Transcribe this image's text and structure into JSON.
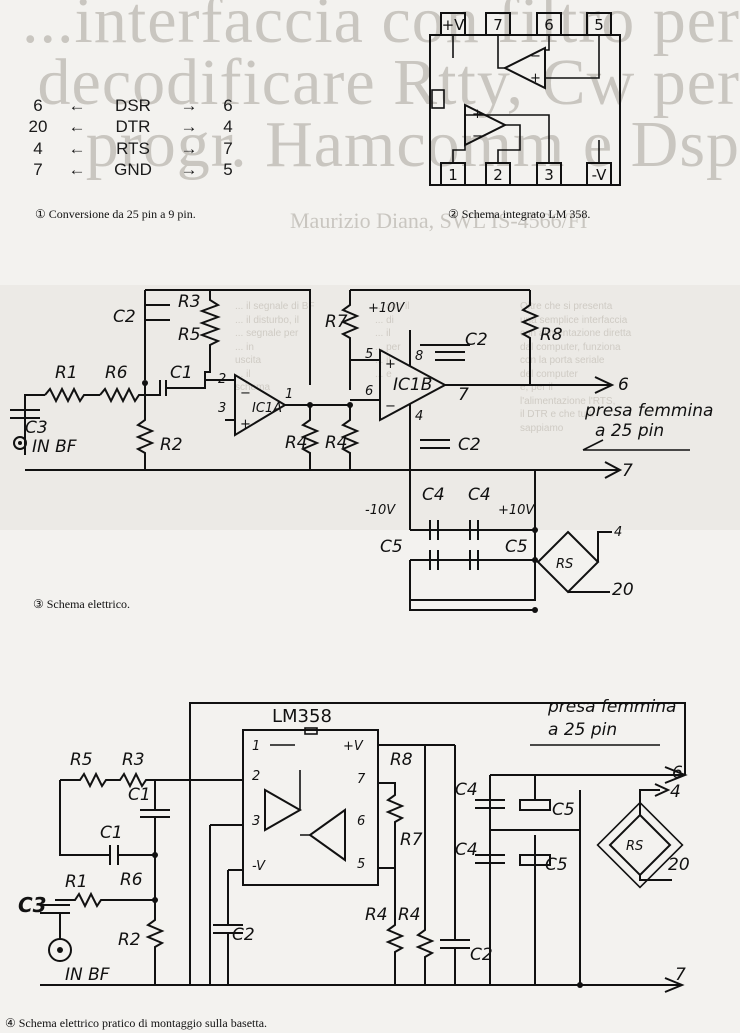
{
  "background": {
    "title": "...interfaccia con filtro per decodificare Rtty, Cw per progr. Hamcomm e Dsp",
    "author": "Maurizio Diana, SWL IS-4566/FI",
    "col_left": "Oltre che si presenta\nuna semplice interfaccia\ncon alimentazione diretta\ndal computer, funziona\ncon la porta seriale\ndel computer\ne, per il\nl'alimentazione l'RTS,\nil DTR e che tutti\nsappiamo",
    "col_mid1": "... il segnale di BF\n... il disturbo, il\n... segnale per\n... in\nuscita\n... il\nschema",
    "col_mid2": "... con il\n... di\n... il\n... per\n... il\n... e"
  },
  "pin_table": {
    "arrow_left": "←",
    "arrow_right": "→",
    "rows": [
      {
        "left": "6",
        "signal": "DSR",
        "right": "6"
      },
      {
        "left": "20",
        "signal": "DTR",
        "right": "4"
      },
      {
        "left": "4",
        "signal": "RTS",
        "right": "7"
      },
      {
        "left": "7",
        "signal": "GND",
        "right": "5"
      }
    ]
  },
  "captions": {
    "fig1": "① Conversione da 25 pin a 9 pin.",
    "fig2": "② Schema integrato LM 358.",
    "fig3": "③ Schema elettrico.",
    "fig4": "④ Schema elettrico pratico di montaggio sulla basetta."
  },
  "ic_pinout": {
    "top_pins": [
      "+V",
      "7",
      "6",
      "5"
    ],
    "bottom_pins": [
      "1",
      "2",
      "3",
      "-V"
    ]
  },
  "schematic": {
    "R1": "R1",
    "R2": "R2",
    "R3": "R3",
    "R4a": "R4",
    "R4b": "R4",
    "R5": "R5",
    "R6": "R6",
    "R7": "R7",
    "R8": "R8",
    "C1": "C1",
    "C2a": "C2",
    "C2b": "C2",
    "C2c": "C2",
    "C3": "C3",
    "C4a": "C4",
    "C4b": "C4",
    "C5a": "C5",
    "C5b": "C5",
    "in_bf": "IN BF",
    "ic1a": "IC1A",
    "ic1b": "IC1B",
    "p1": "1",
    "p2": "2",
    "p3": "3",
    "p4": "4",
    "p5": "5",
    "p6": "6",
    "p7": "7",
    "p8": "8",
    "plus10v": "+10V",
    "minus10v": "-10V",
    "plus10v_b": "+10V",
    "out6": "6",
    "out7": "7",
    "out4": "4",
    "out20": "20",
    "rs": "RS",
    "presa1": "presa femmina",
    "presa2": "a 25 pin"
  },
  "layout_diagram": {
    "ic": "LM358",
    "R5": "R5",
    "R3": "R3",
    "C1a": "C1",
    "C1b": "C1",
    "R1": "R1",
    "R6": "R6",
    "R2": "R2",
    "C3": "C3",
    "in_bf": "IN BF",
    "C2a": "C2",
    "C2b": "C2",
    "R8": "R8",
    "R7": "R7",
    "R4a": "R4",
    "R4b": "R4",
    "C4a": "C4",
    "C4b": "C4",
    "C5a": "C5",
    "C5b": "C5",
    "rs": "RS",
    "pin1": "1",
    "pin2": "2",
    "pin3": "3",
    "pin5": "5",
    "pin6": "6",
    "pin7": "7",
    "plusV": "+V",
    "minusV": "-V",
    "out6": "6",
    "out4": "4",
    "out20": "20",
    "out7": "7",
    "presa1": "presa femmina",
    "presa2": "a 25 pin"
  }
}
